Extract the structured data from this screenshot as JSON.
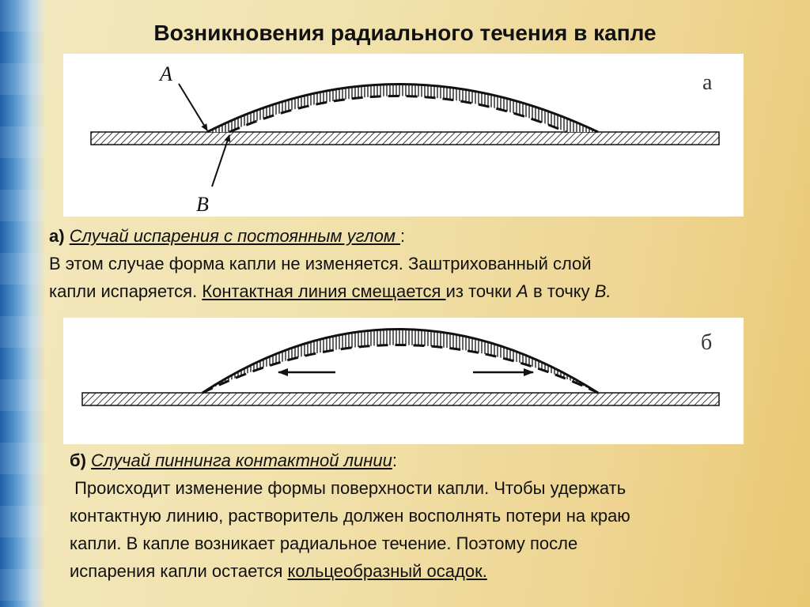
{
  "title": "Возникновения радиального течения в капле",
  "panel_a": {
    "corner_label": "а",
    "label_A": "A",
    "label_B": "B"
  },
  "panel_b": {
    "corner_label": "б"
  },
  "para_a": {
    "prefix": "а)",
    "case_title": "Случай испарения с постоянным углом ",
    "colon": ":",
    "line2": "В этом случае форма капли не изменяется. Заштрихованный слой",
    "line3_start": "капли испаряется. ",
    "underlined": "Контактная линия смещается ",
    "line3_mid": "из точки ",
    "point_A": "А",
    "line3_mid2": " в точку ",
    "point_B": "В."
  },
  "para_b": {
    "prefix": "б)",
    "case_title": "Случай пиннинга контактной линии",
    "colon": ":",
    "line2": " Происходит изменение формы поверхности капли. Чтобы удержать",
    "line3": "контактную линию, растворитель должен восполнять потери на краю",
    "line4": "капли. В капле возникает радиальное течение. Поэтому после",
    "line5_start": "испарения капли остается ",
    "underlined": "кольцеобразный осадок."
  }
}
